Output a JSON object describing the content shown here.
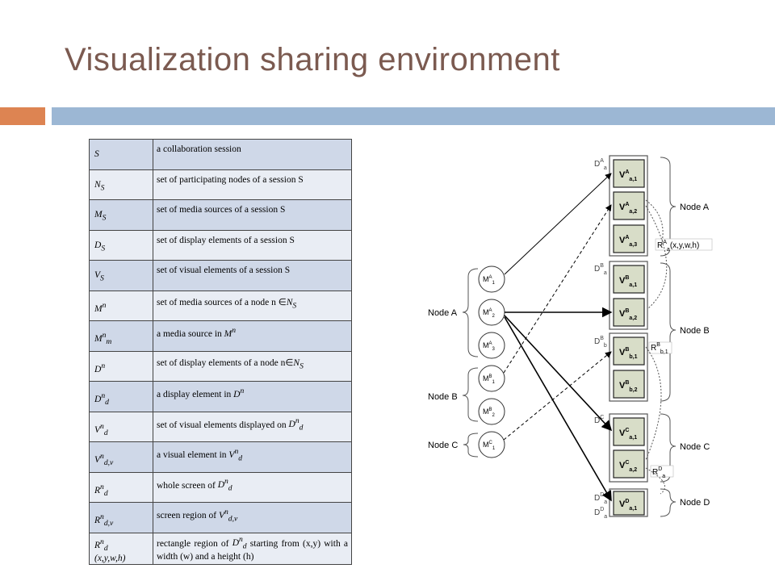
{
  "title": "Visualization sharing environment",
  "colors": {
    "title": "#7b5a50",
    "accent_orange": "#dd8452",
    "accent_blue": "#9cb7d4",
    "row_dark": "#cfd8e8",
    "row_light": "#e9edf4",
    "visual_fill": "#d8ddc8"
  },
  "table": {
    "rows": [
      {
        "symbol": "S",
        "description": "a collaboration session"
      },
      {
        "symbol": "NS",
        "description": "set of participating nodes of a session S"
      },
      {
        "symbol": "MS",
        "description": "set of media sources of a session S"
      },
      {
        "symbol": "DS",
        "description": "set of display elements of a session S"
      },
      {
        "symbol": "VS",
        "description": "set of visual elements of a session S"
      },
      {
        "symbol": "Mn",
        "description": "set of media sources of a node n ∈NS"
      },
      {
        "symbol": "Mnm",
        "description": "a media source in Mn"
      },
      {
        "symbol": "Dn",
        "description": "set of display elements of a node n∈NS"
      },
      {
        "symbol": "Dnd",
        "description": "a display element in Dn"
      },
      {
        "symbol": "Vnd",
        "description": "set of visual elements displayed on Dnd"
      },
      {
        "symbol": "Vnd,v",
        "description": "a visual element in Vnd"
      },
      {
        "symbol": "Rnd",
        "description": "whole screen of Dnd"
      },
      {
        "symbol": "Rnd,v",
        "description": "screen region of Vnd,v"
      },
      {
        "symbol": "Rnd (x,y,w,h)",
        "description": "rectangle region of Dnd starting from (x,y) with a width (w) and a height (h)"
      }
    ]
  },
  "diagram": {
    "left_groups": [
      "Node A",
      "Node B",
      "Node C"
    ],
    "sources": [
      "MA1",
      "MA2",
      "MA3",
      "MB1",
      "MB2",
      "MC1"
    ],
    "display_labels": [
      "DAa",
      "DBa",
      "DBb",
      "DCa",
      "DDa",
      "DDa"
    ],
    "visuals": [
      "VAa,1",
      "VAa,2",
      "VAa,3",
      "VBa,1",
      "VBa,2",
      "VBb,1",
      "VBb,2",
      "VCa,1",
      "VCa,2",
      "VDa,1"
    ],
    "right_groups": [
      "Node A",
      "Node B",
      "Node C",
      "Node D"
    ],
    "region_labels": [
      "RAa(x,y,w,h)",
      "RBb,1",
      "RDa"
    ]
  }
}
